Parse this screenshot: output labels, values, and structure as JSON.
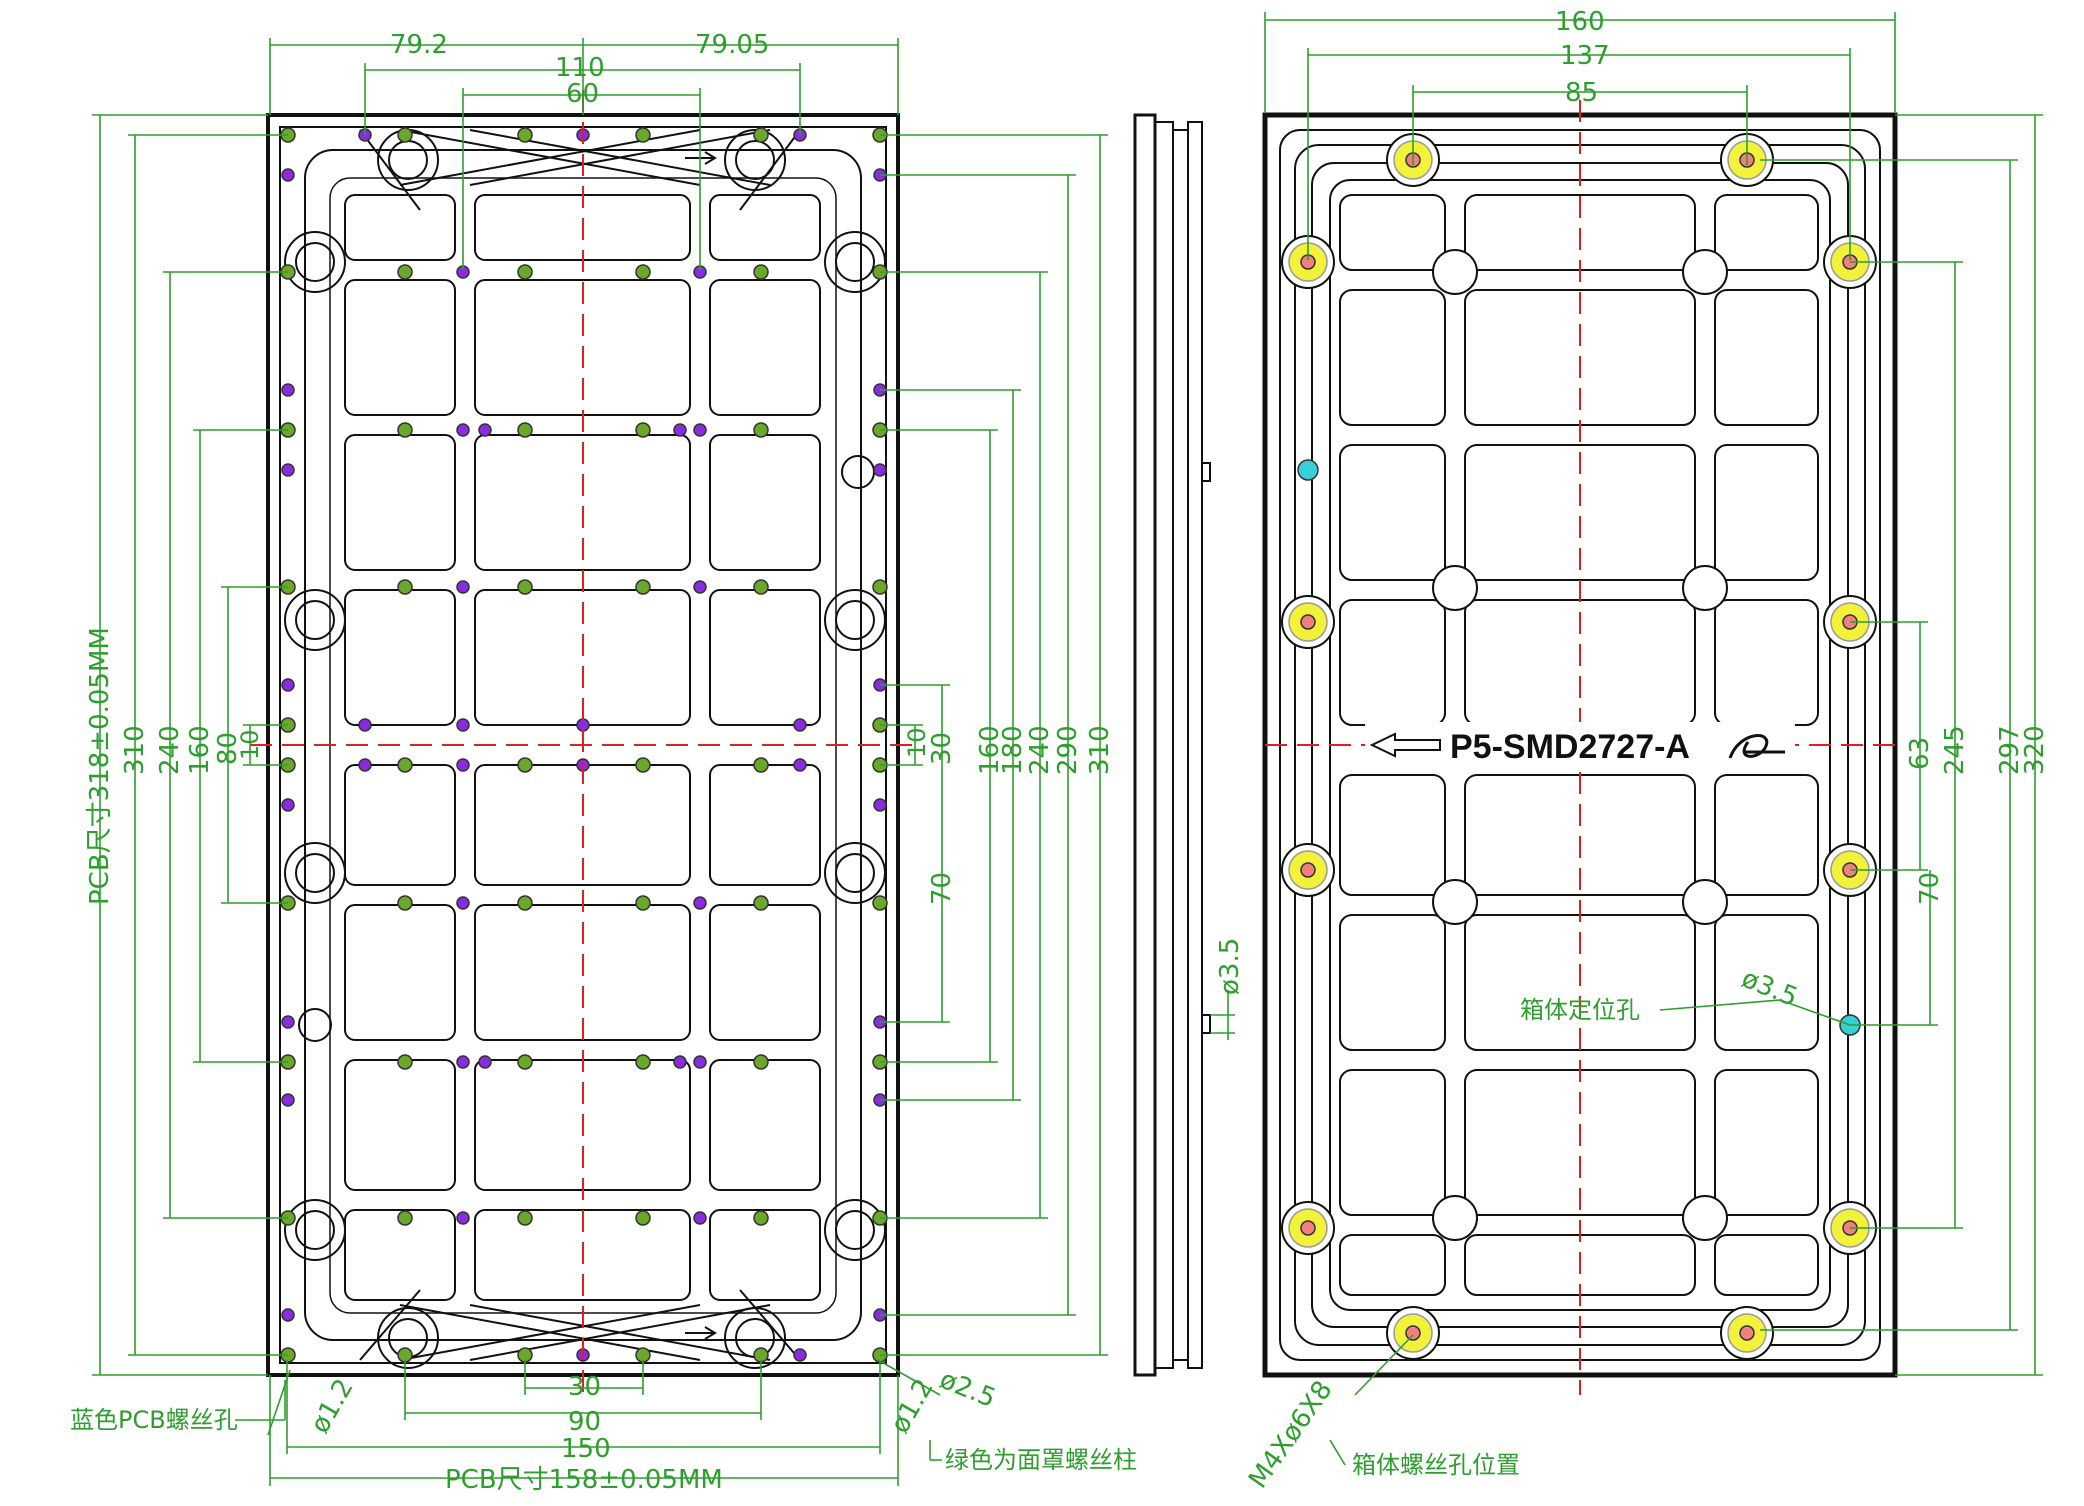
{
  "front_view": {
    "top_dims": [
      "79.2",
      "79.05",
      "110",
      "60"
    ],
    "bottom_dims": [
      "30",
      "90",
      "150"
    ],
    "pcb_width": "PCB尺寸158±0.05MM",
    "pcb_height": "PCB尺寸318±0.05MM",
    "left_dims": [
      "310",
      "240",
      "160",
      "80",
      "10"
    ],
    "right_dims": [
      "10",
      "30",
      "160",
      "180",
      "240",
      "290",
      "310"
    ],
    "right_70": "70",
    "diam_small_left": "ø1.2",
    "diam_small_right": "ø1.2",
    "diam_25": "ø2.5",
    "note_blue": "蓝色PCB螺丝孔",
    "note_green": "绿色为面罩螺丝柱"
  },
  "side_view": {
    "diam": "ø3.5"
  },
  "rear_view": {
    "top_dims": [
      "160",
      "137",
      "85"
    ],
    "right_dims": [
      "63",
      "245",
      "297",
      "320"
    ],
    "right_70": "70",
    "model_label": "P5-SMD2727-A",
    "diam_35": "ø3.5",
    "note_locating": "箱体定位孔",
    "note_thread": "M4Xø6X8",
    "note_screw_position": "箱体螺丝孔位置"
  },
  "colors": {
    "dimension": "#2e9e2e",
    "outline": "#111111",
    "centerline": "#e02020",
    "pcb_hole": "#8a2be2",
    "mask_post": "#6aa82a",
    "mounting_ring": "#f2f23a",
    "locating_hole": "#38d0d8"
  }
}
